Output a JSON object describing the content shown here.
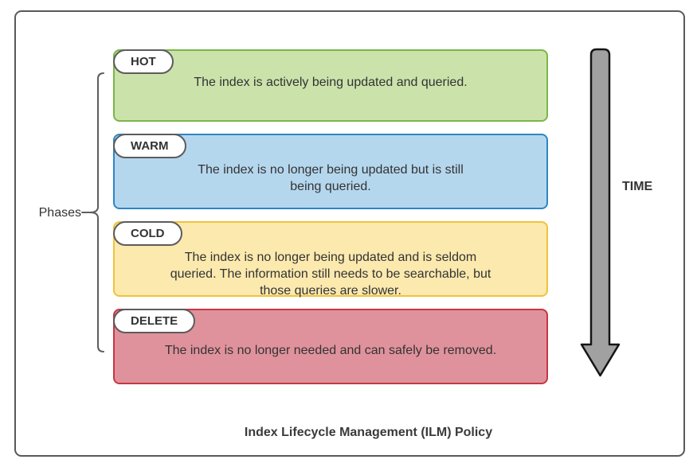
{
  "diagram": {
    "title": "Index Lifecycle Management (ILM) Policy",
    "left_label": "Phases",
    "time_label": "TIME",
    "phases": [
      {
        "name": "HOT",
        "description": [
          "The index is actively being updated and queried."
        ],
        "fill": "#cbe3ab",
        "border": "#7ab648"
      },
      {
        "name": "WARM",
        "description": [
          "The index is no longer being updated but is still",
          "being queried."
        ],
        "fill": "#b5d7ee",
        "border": "#2d86c4"
      },
      {
        "name": "COLD",
        "description": [
          "The index is no longer being updated and is seldom",
          "queried. The information still needs to be searchable, but",
          "those queries are slower."
        ],
        "fill": "#fbe9ae",
        "border": "#f0c33c"
      },
      {
        "name": "DELETE",
        "description": [
          "The index is no longer needed and can safely be removed."
        ],
        "fill": "#e0929c",
        "border": "#c63744"
      }
    ],
    "colors": {
      "frame_border": "#595959",
      "brace_stroke": "#5e5e5e",
      "arrow_fill": "#a1a1a1",
      "arrow_stroke": "#151515"
    }
  }
}
